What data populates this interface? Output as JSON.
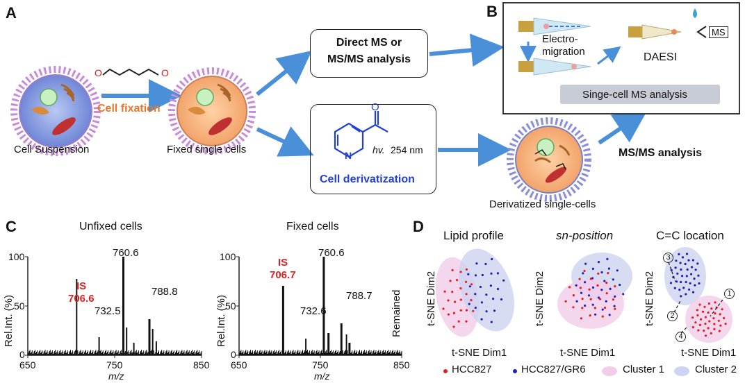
{
  "panels": {
    "a": "A",
    "b": "B",
    "c": "C",
    "d": "D"
  },
  "workflow": {
    "cell_suspension": "Cell Suspension",
    "cell_fixation": "Cell fixation",
    "fixed_single_cells": "Fixed single cells",
    "direct_ms_line1": "Direct MS or",
    "direct_ms_line2": "MS/MS analysis",
    "hv_label": "hv.",
    "wavelength": "254 nm",
    "nitrogen": "N",
    "oxygen": "O",
    "cell_derivatization": "Cell derivatization",
    "derivatized_cells": "Derivatized single-cells",
    "msms_analysis": "MS/MS analysis"
  },
  "panel_b": {
    "electro_line1": "Electro-",
    "electro_line2": "migration",
    "daesi": "DAESI",
    "ms_tag": "MS",
    "singlecell_label": "Singe-cell MS analysis"
  },
  "spectra": {
    "left": {
      "title": "Unfixed cells",
      "is_label": "IS",
      "is_value": "706.6",
      "peaks": [
        "760.6",
        "732.5",
        "788.8"
      ]
    },
    "right": {
      "title": "Fixed cells",
      "is_label": "IS",
      "is_value": "706.7",
      "peaks": [
        "760.6",
        "732.6",
        "788.7"
      ]
    },
    "ylabel": "Rel.Int. (%)",
    "xlabel": "m/z",
    "xticks": [
      "650",
      "750",
      "850"
    ],
    "yticks": [
      "0",
      "50",
      "100"
    ],
    "remained": "Remained"
  },
  "tsne": {
    "titles": [
      "Lipid profile",
      "sn-position",
      "C=C location"
    ],
    "xlabel": "t-SNE Dim1",
    "ylabel": "t-SNE Dim2",
    "circled": [
      "1",
      "2",
      "3",
      "4"
    ],
    "legend": [
      "HCC827",
      "HCC827/GR6",
      "Cluster 1",
      "Cluster 2"
    ]
  },
  "colors": {
    "arrow_blue": "#4a90d9",
    "fixation_orange": "#e8772a",
    "deriv_blue": "#1f3fd6",
    "is_red": "#e02020",
    "cluster1": "#f3cde8",
    "cluster2": "#cdd3f0",
    "point_red": "#e02020",
    "point_blue": "#2020c0"
  }
}
